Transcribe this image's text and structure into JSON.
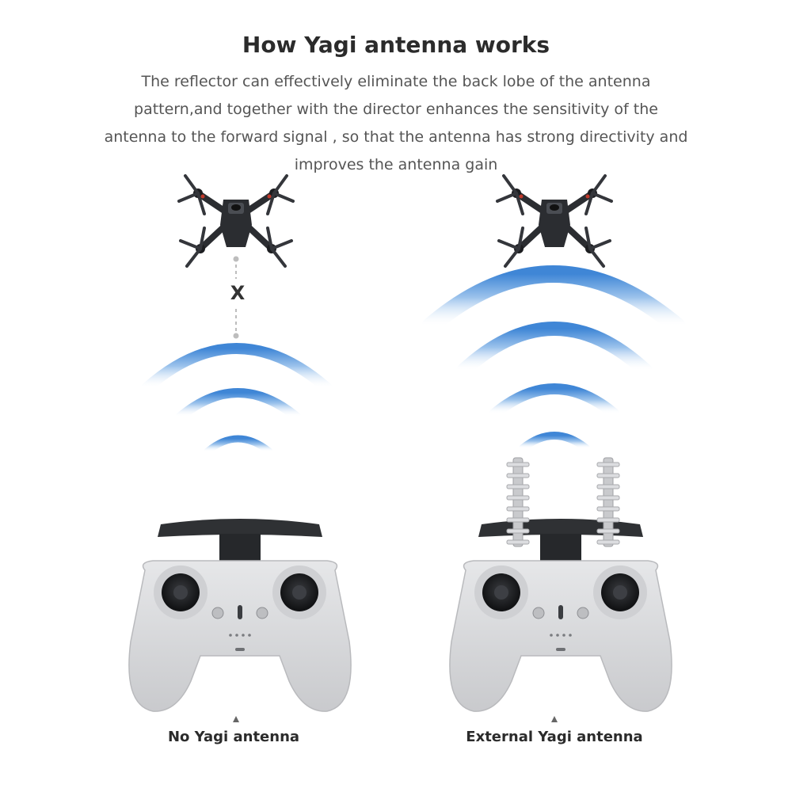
{
  "header": {
    "title": "How Yagi antenna works",
    "description": "The reflector can effectively eliminate the back lobe of the antenna pattern,and together with the director enhances the sensitivity of the antenna to the forward signal , so that the antenna has strong directivity and improves the antenna gain"
  },
  "left_panel": {
    "signal_blocked_mark": "X",
    "caption": "No Yagi antenna"
  },
  "right_panel": {
    "caption": "External Yagi antenna"
  },
  "colors": {
    "wave_blue": "#4a90d9",
    "controller_body": "#d9dadc",
    "drone_body": "#2b2d31",
    "prop_red_accent": "#c0392b"
  }
}
